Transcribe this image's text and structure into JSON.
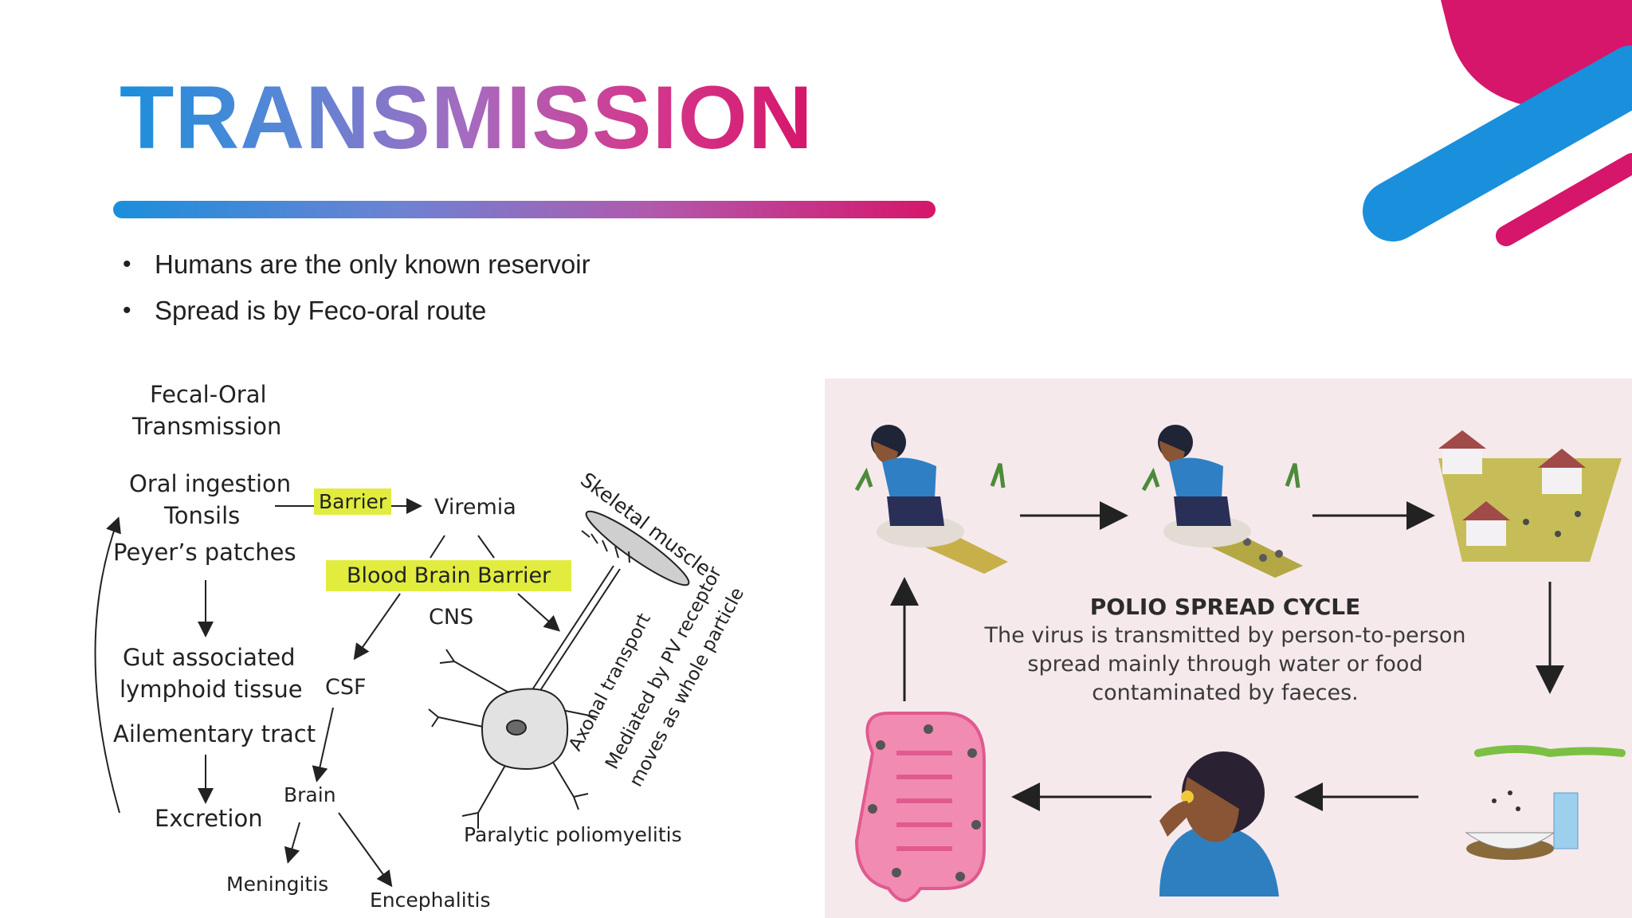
{
  "slide": {
    "title": "TRANSMISSION",
    "bullets": [
      "Humans are the only known reservoir",
      "Spread is by Feco-oral route"
    ]
  },
  "diagram": {
    "heading_line1": "Fecal-Oral",
    "heading_line2": "Transmission",
    "oral_ingestion": "Oral ingestion",
    "tonsils": "Tonsils",
    "peyers_patches": "Peyer’s patches",
    "barrier": "Barrier",
    "viremia": "Viremia",
    "bbb": "Blood Brain Barrier",
    "cns": "CNS",
    "gut_line1": "Gut associated",
    "gut_line2": "lymphoid tissue",
    "alimentary": "Ailementary tract",
    "excretion": "Excretion",
    "csf": "CSF",
    "brain": "Brain",
    "meningitis": "Meningitis",
    "encephalitis": "Encephalitis",
    "skeletal_muscle": "Skeletal muscle",
    "axonal_transport": "Axonal transport",
    "mediated_line1": "Mediated by PV receptor",
    "mediated_line2": "moves as whole particle",
    "paralytic": "Paralytic poliomyelitis"
  },
  "cycle": {
    "title": "POLIO SPREAD CYCLE",
    "description": "The virus is transmitted by person-to-person spread mainly through water or food contaminated by faeces."
  },
  "colors": {
    "blue": "#1a8fdc",
    "magenta": "#d6166a",
    "highlight": "#e1ec3f",
    "panel_bg": "#f6e9ec"
  }
}
